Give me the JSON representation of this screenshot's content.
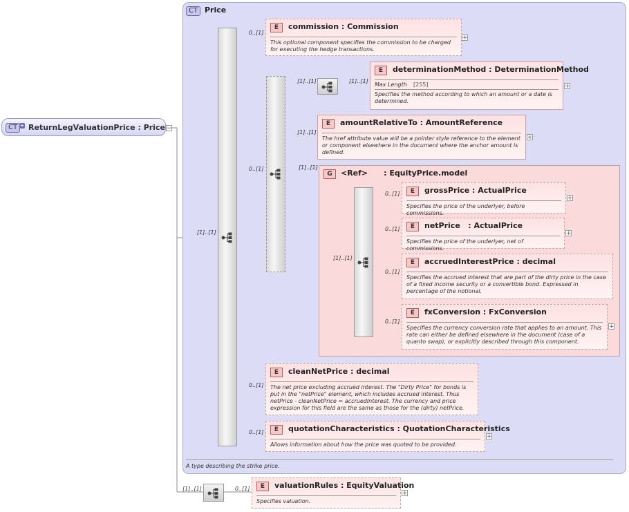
{
  "root": {
    "badge": "CT",
    "label": "ReturnLegValuationPrice : Price",
    "expander": "−"
  },
  "price": {
    "badge": "CT",
    "title": "Price",
    "doc": "A type describing the strike price."
  },
  "group": {
    "badge": "G",
    "label": "<Ref>      : EquityPrice.model"
  },
  "multiplicities": {
    "seq_main": "[1]..[1]",
    "commission": "0..[1]",
    "choice": "0..[1]",
    "det_seq": "[1]..[1]",
    "det_el": "[1]..[1]",
    "amount": "[1]..[1]",
    "group": "[1]..[1]",
    "group_seq": "[1]..[1]",
    "gross": "0..[1]",
    "net": "0..[1]",
    "accrued": "0..[1]",
    "fx": "0..[1]",
    "clean": "0..[1]",
    "quotation": "0..[1]",
    "outer_seq": "[1]..[1]",
    "valuation": "0..[1]"
  },
  "elements": {
    "commission": {
      "badge": "E",
      "name": "commission  : Commission",
      "doc": "This optional component specifies the commission to be charged for executing the hedge transactions.",
      "expander": "+"
    },
    "determinationMethod": {
      "badge": "E",
      "name": "determinationMethod  : DeterminationMethod",
      "facet_label": "Max Length",
      "facet_value": "[255]",
      "doc": "Specifies the method according to which an amount or a date is determined.",
      "expander": "+"
    },
    "amountRelativeTo": {
      "badge": "E",
      "name": "amountRelativeTo  : AmountReference",
      "doc": "The href attribute value will be a pointer style reference to the element or component elsewhere in the document where the anchor amount is defined.",
      "expander": "+"
    },
    "grossPrice": {
      "badge": "E",
      "name": "grossPrice  : ActualPrice",
      "doc": "Specifies the price of the underlyer, before commissions.",
      "expander": "+"
    },
    "netPrice": {
      "badge": "E",
      "name": "netPrice   : ActualPrice",
      "doc": "Specifies the price of the underlyer, net of commissions.",
      "expander": "+"
    },
    "accruedInterestPrice": {
      "badge": "E",
      "name": "accruedInterestPrice  : decimal",
      "doc": "Specifies the accrued interest that are part of the dirty price in the case of a fixed income security or a convertible bond. Expressed in percentage of the notional."
    },
    "fxConversion": {
      "badge": "E",
      "name": "fxConversion  : FxConversion",
      "doc": "Specifies the currency conversion rate that applies to an amount. This rate can either be defined elsewhere in the document (case of a quanto swap), or explicitly described through this component.",
      "expander": "+"
    },
    "cleanNetPrice": {
      "badge": "E",
      "name": "cleanNetPrice  : decimal",
      "doc": "The net price excluding accrued interest. The \"Dirty Price\" for bonds is put in the \"netPrice\" element, which includes accrued interest. Thus netPrice - cleanNetPrice = accruedInterest. The currency and price expression for this field are the same as those for the (dirty) netPrice."
    },
    "quotationCharacteristics": {
      "badge": "E",
      "name": "quotationCharacteristics  : QuotationCharacteristics",
      "doc": "Allows information about how the price was quoted to be provided.",
      "expander": "+"
    },
    "valuationRules": {
      "badge": "E",
      "name": "valuationRules  : EquityValuation",
      "doc": "Specifies valuation.",
      "expander": "+"
    }
  }
}
